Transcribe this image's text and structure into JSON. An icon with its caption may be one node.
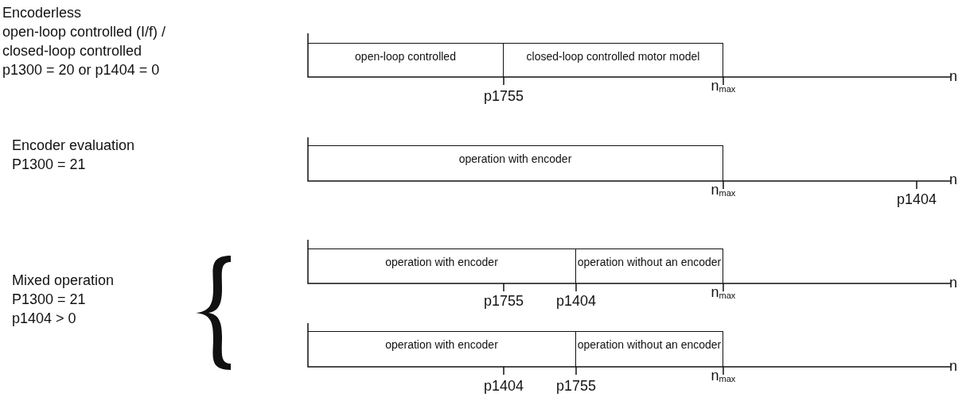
{
  "diagram": {
    "nodes": [
      {
        "text": [
          "open-loop controlled"
        ]
      },
      {
        "text": [
          "closed-loop controlled motor model"
        ]
      },
      {
        "text": [
          "operation with encoder"
        ]
      },
      {
        "text": [
          "operation with encoder"
        ]
      },
      {
        "text": [
          "operation without an encoder"
        ]
      },
      {
        "text": [
          "operation with encoder"
        ]
      },
      {
        "text": [
          "operation without an encoder"
        ]
      },
      {
        "text": [],
        "shape": "brace"
      }
    ],
    "labels": [
      "Encoderless",
      "open-loop controlled (I/f) /",
      "closed-loop controlled",
      "p1300 = 20 or p1404 = 0",
      "p1755",
      "n$_{max}$",
      "n",
      "Encoder evaluation",
      "P1300 = 21",
      "n$_{max}$",
      "p1404",
      "n",
      "Mixed operation",
      "P1300 = 21",
      "p1404 > 0",
      "p1755",
      "p1404",
      "n$_{max}$",
      "n",
      "p1404",
      "p1755",
      "n$_{max}$",
      "n"
    ]
  }
}
